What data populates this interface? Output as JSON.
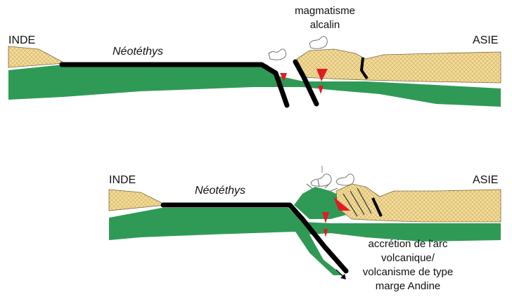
{
  "top_section": {
    "left_label": "INDE",
    "ocean_label": "Néotéthys",
    "right_label": "ASIE",
    "annotation": [
      "magmatisme",
      "alcalin"
    ]
  },
  "bottom_section": {
    "left_label": "INDE",
    "ocean_label": "Néotéthys",
    "right_label": "ASIE",
    "annotation": [
      "accrétion de l'arc",
      "volcanique/",
      "volcanisme de type",
      "marge Andine"
    ]
  },
  "colors": {
    "continental_crust": "#f4dc9a",
    "crust_hatch": "#d2b56a",
    "mantle_lithosphere": "#2f9a56",
    "oceanic_crust": "#000000",
    "magma": "#e01b24",
    "volcanic_plume": "#ffffff"
  }
}
